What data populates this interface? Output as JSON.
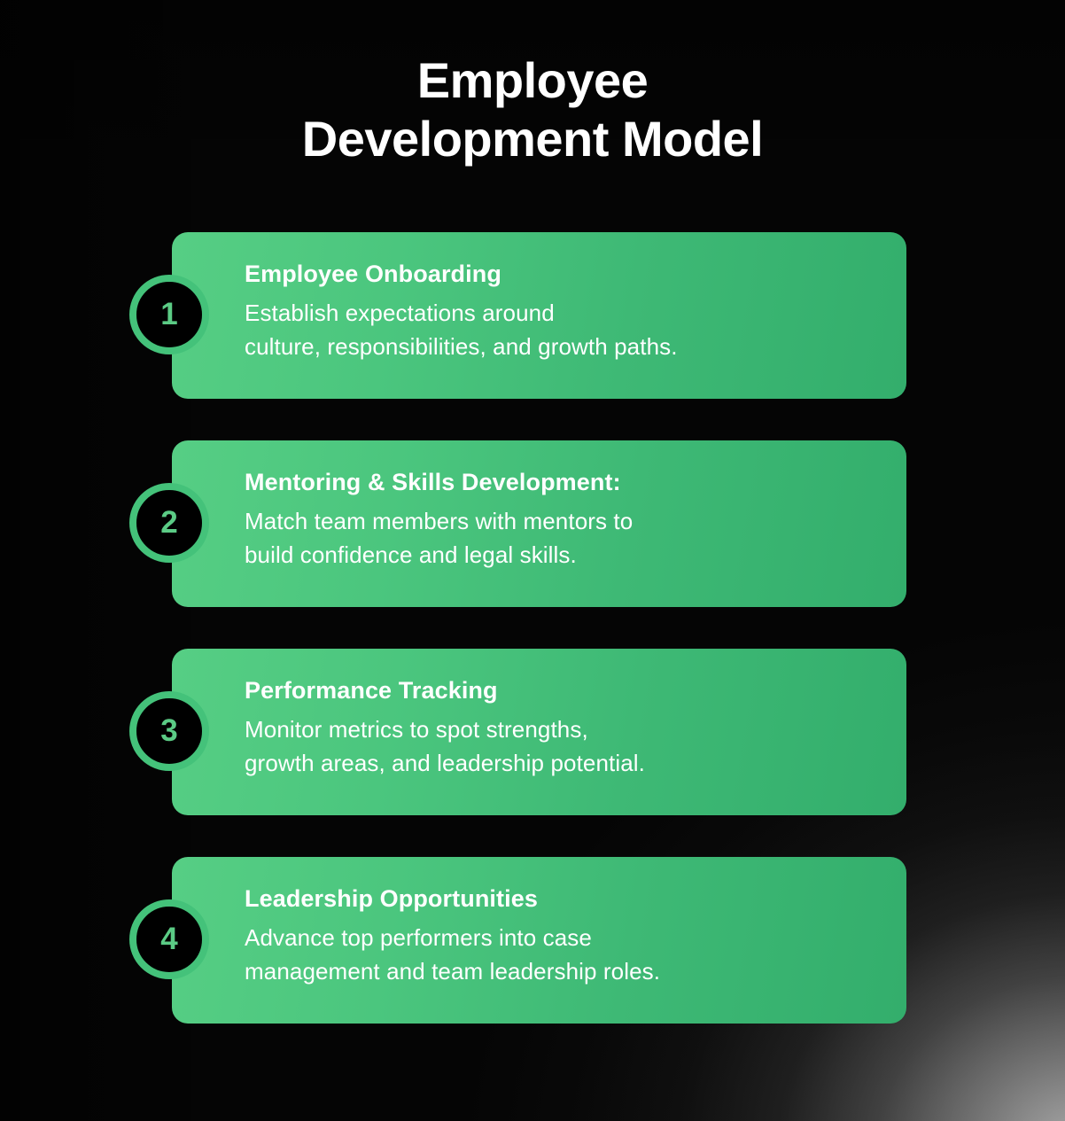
{
  "title": {
    "line1": "Employee",
    "line2": "Development Model"
  },
  "colors": {
    "background": "#000000",
    "card_gradient_start": "#56CE84",
    "card_gradient_end": "#33AE6C",
    "badge_ring": "#44C27A",
    "badge_fill": "#000000",
    "badge_number": "#5BCB85",
    "heading_text": "#FFFFFF",
    "body_text": "#FFFFFF",
    "title_text": "#FFFFFF",
    "corner_glow": "#7A7A7A"
  },
  "steps": [
    {
      "number": "1",
      "heading": "Employee Onboarding",
      "body_lines": [
        "Establish expectations around",
        "culture, responsibilities, and growth paths."
      ]
    },
    {
      "number": "2",
      "heading": "Mentoring & Skills Development:",
      "body_lines": [
        "Match team members with mentors to",
        "build confidence and legal skills."
      ]
    },
    {
      "number": "3",
      "heading": "Performance Tracking",
      "body_lines": [
        "Monitor metrics to spot strengths,",
        "growth areas, and leadership potential."
      ]
    },
    {
      "number": "4",
      "heading": "Leadership Opportunities",
      "body_lines": [
        "Advance top performers into case",
        "management and team leadership roles."
      ]
    }
  ]
}
